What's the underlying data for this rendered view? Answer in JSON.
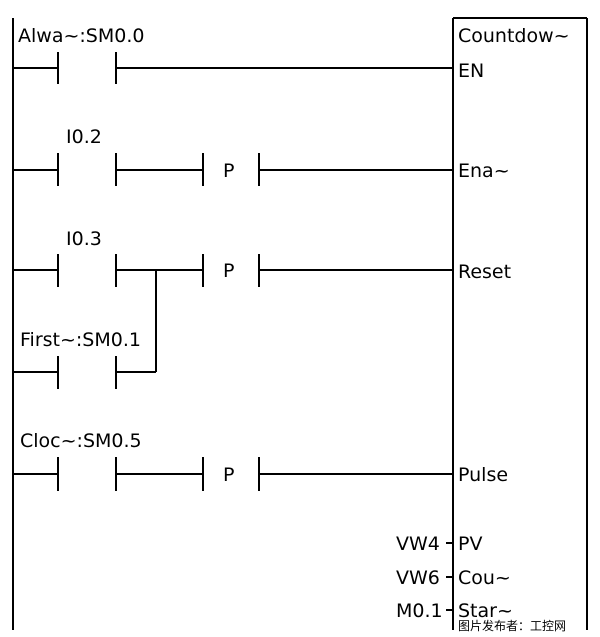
{
  "block": {
    "title": "Countdow~",
    "inputs": [
      "EN",
      "Ena~",
      "Reset",
      "Pulse",
      "PV"
    ],
    "outputs": [
      "Cou~",
      "Star~"
    ]
  },
  "contacts": {
    "always_on": "Alwa~:SM0.0",
    "enable": "I0.2",
    "reset": "I0.3",
    "first_scan": "First~:SM0.1",
    "clock": "Cloc~:SM0.5"
  },
  "edge_label": "P",
  "operands": {
    "pv": "VW4",
    "count": "VW6",
    "start": "M0.1"
  },
  "watermark": "图片发布者：工控网"
}
